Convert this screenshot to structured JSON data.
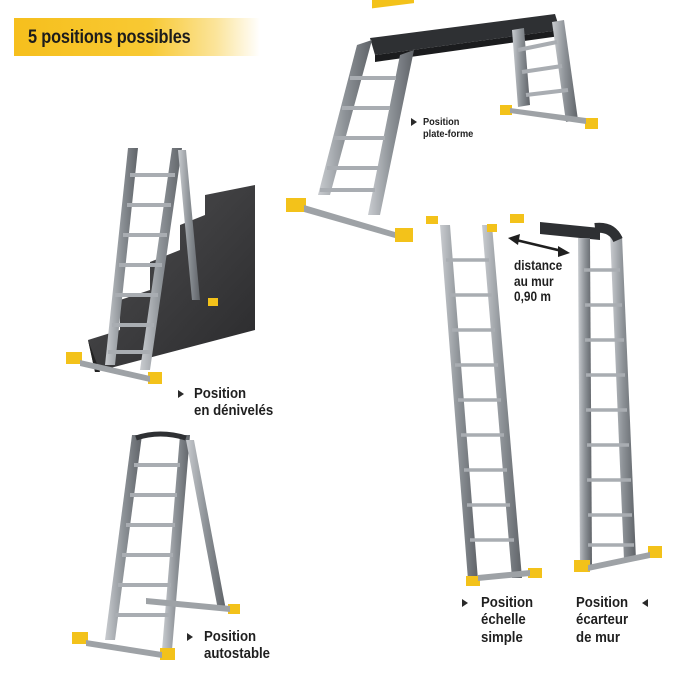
{
  "banner": {
    "title": "5 positions possibles",
    "color": "#f6bf1d"
  },
  "labels": {
    "plateforme": [
      "Position",
      "plate-forme"
    ],
    "denivele": [
      "Position",
      "en dénivelés"
    ],
    "distance": [
      "distance",
      "au mur",
      "0,90 m"
    ],
    "simple": [
      "Position",
      "échelle",
      "simple"
    ],
    "ecarteur": [
      "Position",
      "écarteur",
      "de mur"
    ],
    "autostable": [
      "Position",
      "autostable"
    ]
  },
  "colors": {
    "rail": "#8e9398",
    "rail_dark": "#2d2f33",
    "hinge": "#f3c21a",
    "stairs": "#3a3a3c"
  },
  "icons": [
    "ladder-platform-illustration",
    "ladder-stairs-illustration",
    "ladder-straight-illustration",
    "ladder-wall-standoff-illustration",
    "ladder-aframe-illustration",
    "double-arrow-icon"
  ]
}
